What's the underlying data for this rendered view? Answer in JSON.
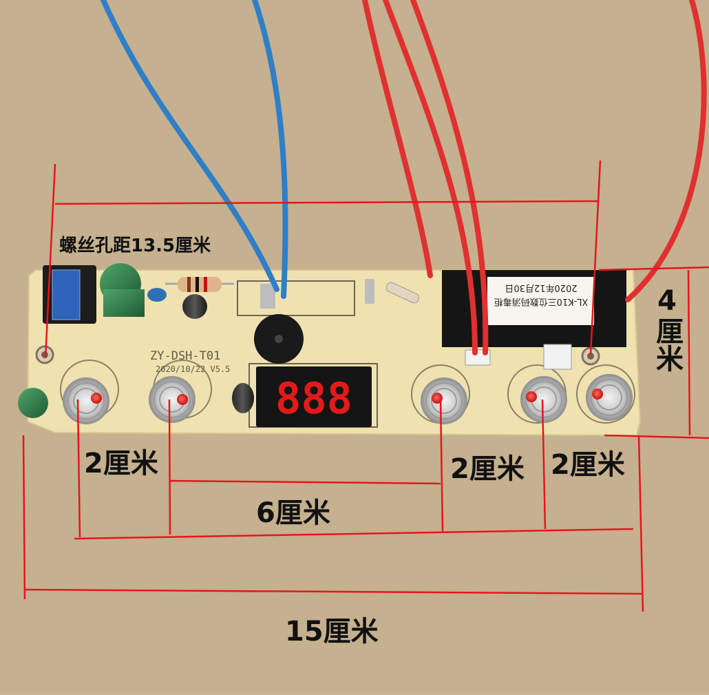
{
  "labels": {
    "screw_hole_spacing": "螺丝孔距13.5厘米",
    "height": "4厘米",
    "spacing_left": "2厘米",
    "spacing_mid_left": "6厘米",
    "spacing_right_a": "2厘米",
    "spacing_right_b": "2厘米",
    "total_length": "15厘米"
  },
  "board_print": {
    "model": "ZY-DSH-T01",
    "date_version": "2020/10/22 V5.5",
    "label_line1": "XL-K10三位数码消毒柜",
    "label_line2": "2020年12月30日"
  },
  "display": {
    "digits": "888"
  },
  "colors": {
    "dimension_line": "#e8141c",
    "pcb": "#efe2b0",
    "background": "#c9b493",
    "wire_blue": "#2f7fc8",
    "wire_red": "#e03030",
    "display_digit": "#e41a1a"
  }
}
